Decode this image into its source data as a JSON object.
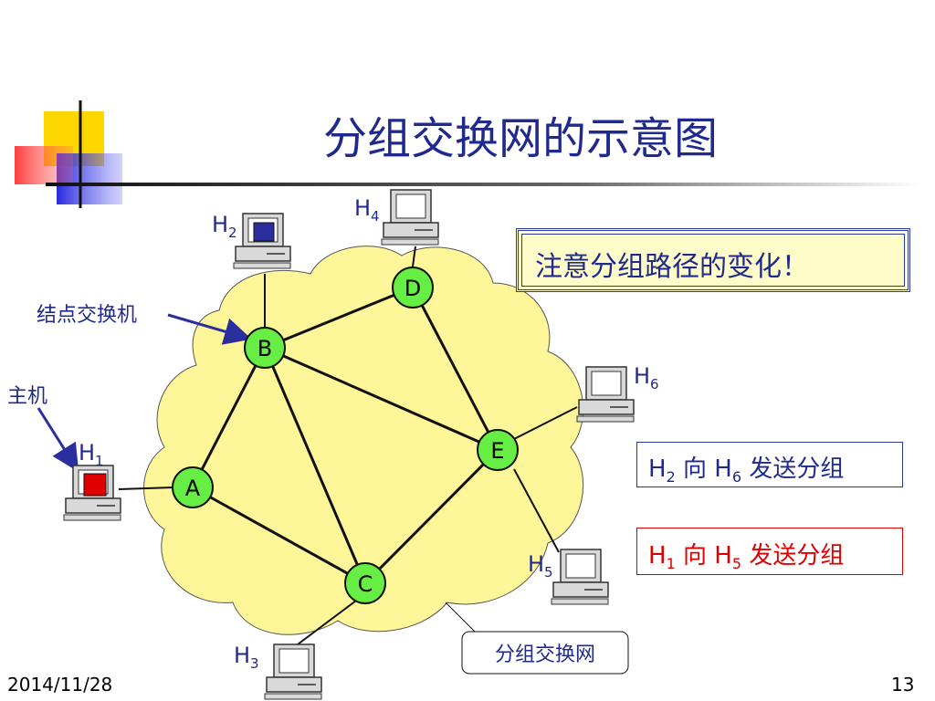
{
  "title": "分组交换网的示意图",
  "notice": "注意分组路径的变化！",
  "callouts": {
    "switch_label": "结点交换机",
    "host_label": "主机",
    "network_label": "分组交换网"
  },
  "nodes": [
    {
      "id": "A",
      "label": "A"
    },
    {
      "id": "B",
      "label": "B"
    },
    {
      "id": "C",
      "label": "C"
    },
    {
      "id": "D",
      "label": "D"
    },
    {
      "id": "E",
      "label": "E"
    }
  ],
  "hosts": [
    {
      "id": "H1",
      "base": "H",
      "sub": "1"
    },
    {
      "id": "H2",
      "base": "H",
      "sub": "2"
    },
    {
      "id": "H3",
      "base": "H",
      "sub": "3"
    },
    {
      "id": "H4",
      "base": "H",
      "sub": "4"
    },
    {
      "id": "H5",
      "base": "H",
      "sub": "5"
    },
    {
      "id": "H6",
      "base": "H",
      "sub": "6"
    }
  ],
  "routes": [
    {
      "from": "H",
      "from_sub": "2",
      "to": "H",
      "to_sub": "6",
      "dir": "向",
      "action": "发送分组",
      "color": "#1f2a8c"
    },
    {
      "from": "H",
      "from_sub": "1",
      "to": "H",
      "to_sub": "5",
      "dir": "向",
      "action": "发送分组",
      "color": "#e00000"
    }
  ],
  "colors": {
    "title": "#1f2a8c",
    "node_fill": "#66ee44",
    "cloud_fill": "#fff69a",
    "host_screen_h1": "#e00000",
    "host_screen_h2": "#2b2f9e"
  },
  "footer": {
    "date": "2014/11/28",
    "page": "13"
  }
}
